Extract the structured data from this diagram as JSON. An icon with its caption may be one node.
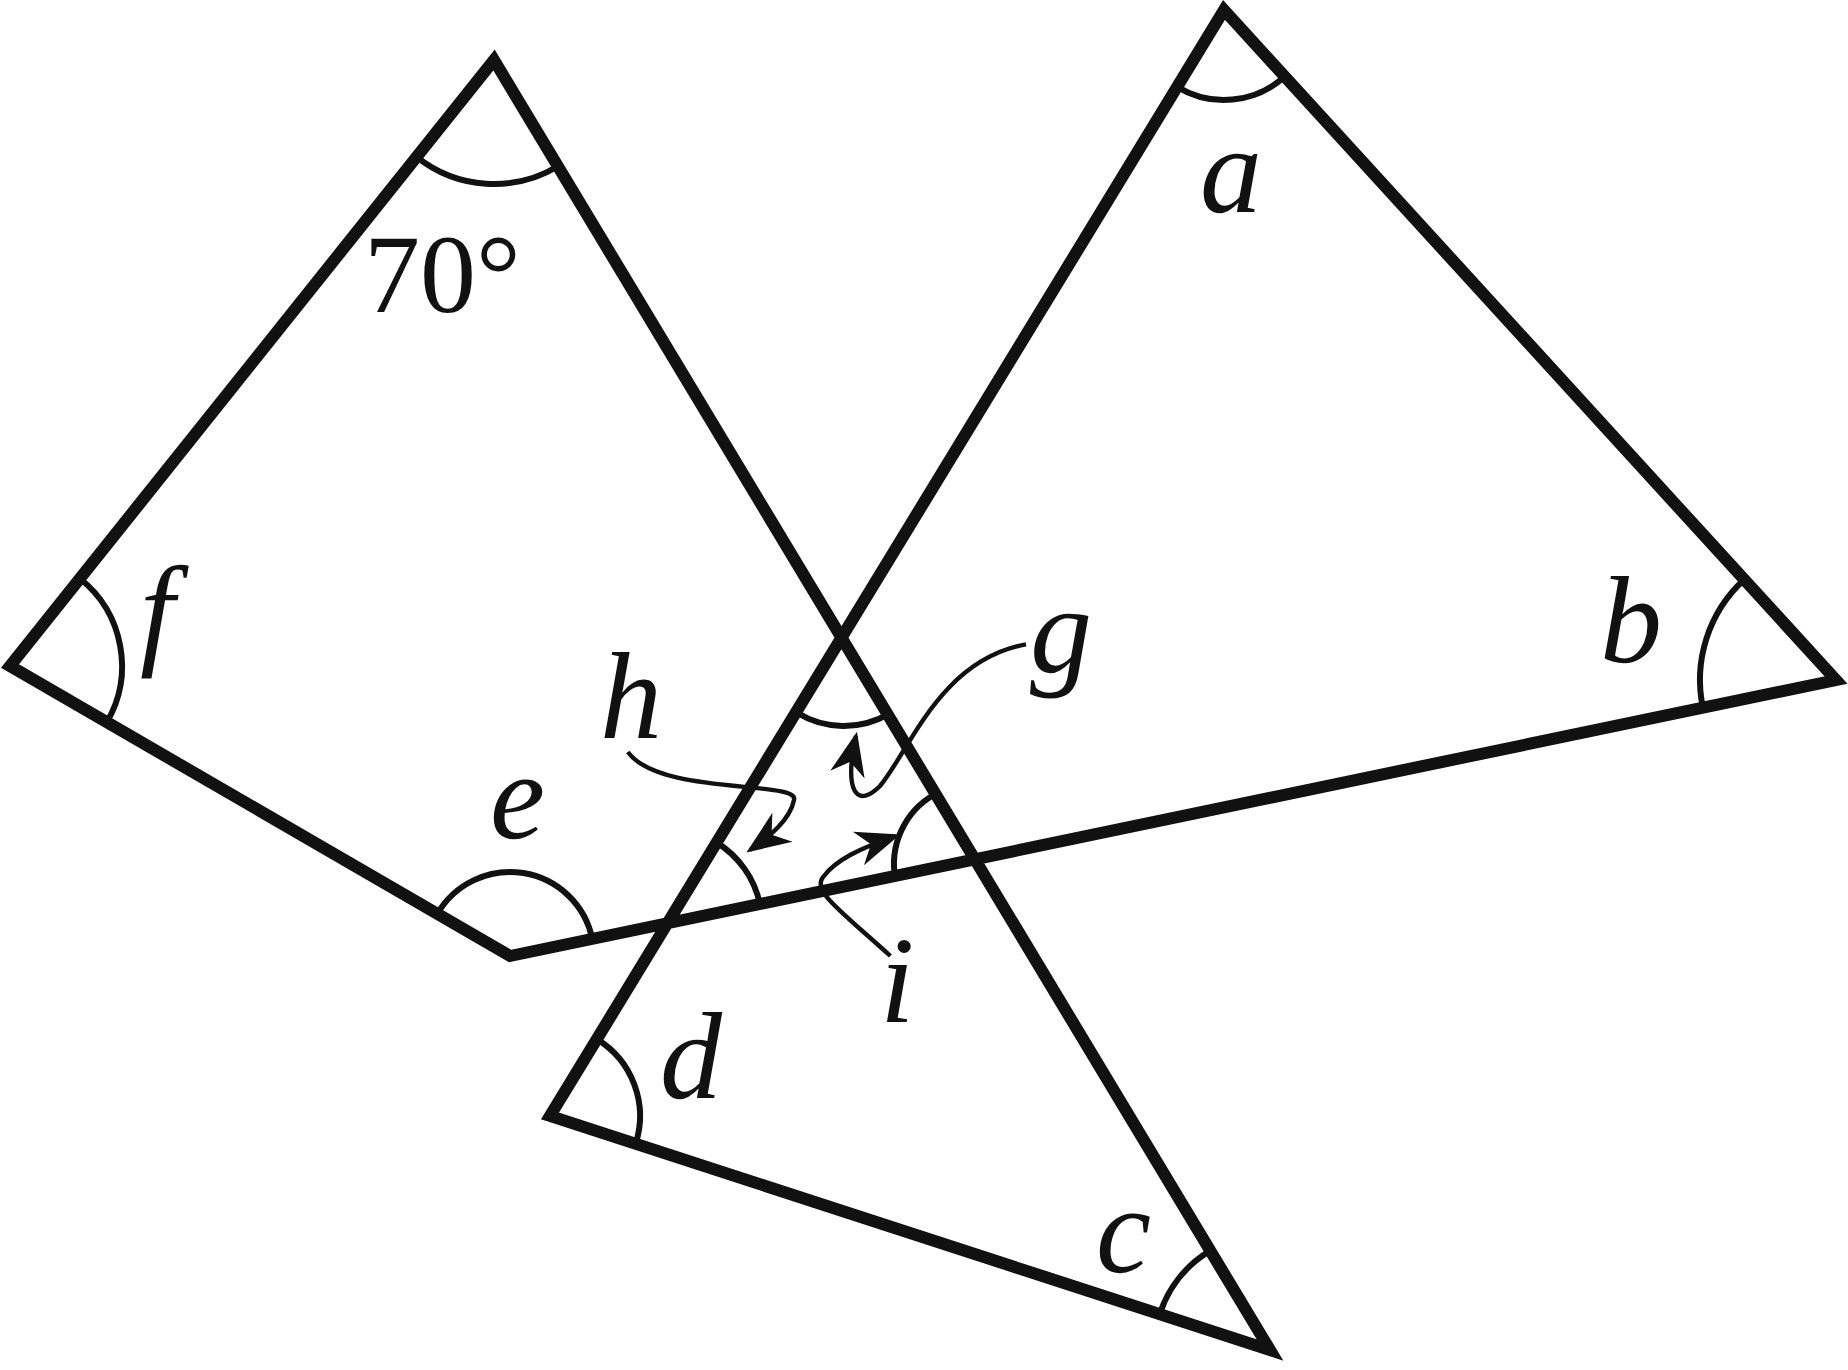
{
  "diagram": {
    "nodes": [
      {
        "text": [
          "h"
        ]
      },
      {
        "text": [
          "g"
        ]
      },
      {
        "text": [
          "i"
        ]
      }
    ],
    "edges": [
      {
        "from": 0,
        "to": null,
        "arrow": "to"
      },
      {
        "from": 1,
        "to": null,
        "arrow": "to"
      },
      {
        "from": 2,
        "to": null,
        "arrow": "to"
      }
    ],
    "labels": [
      "a",
      "70°",
      "f",
      "b",
      "e",
      "d",
      "c"
    ]
  }
}
